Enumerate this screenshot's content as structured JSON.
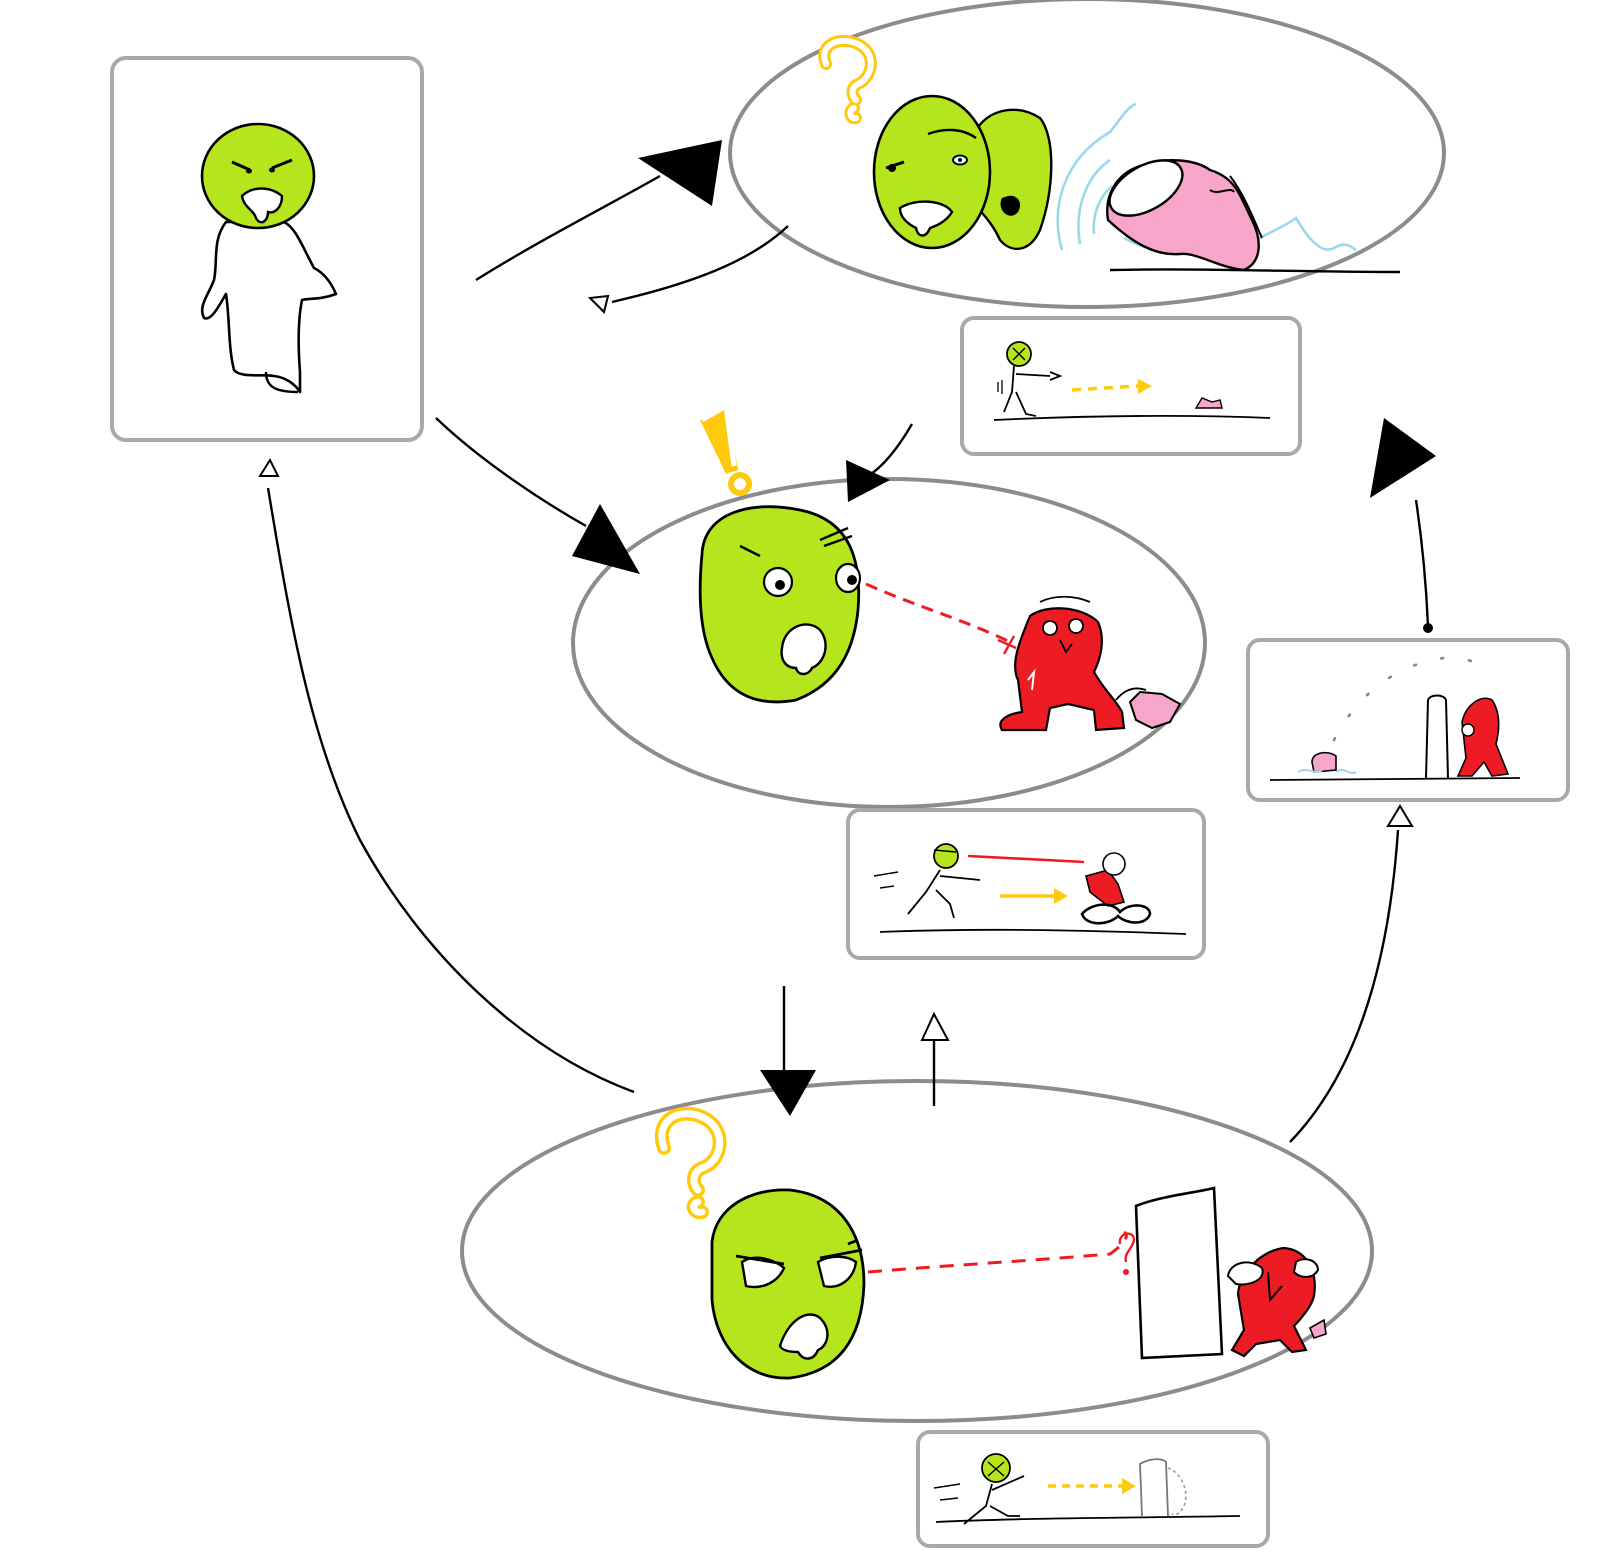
{
  "diagram": {
    "type": "state-cycle",
    "palette": {
      "background": "#ffffff",
      "frame": "#a9a9a9",
      "ellipse": "#8c8c8c",
      "ink": "#000000",
      "green_character": "#b5e61d",
      "red_character": "#ed1c24",
      "question_mark": "#ffc90e",
      "pink_object": "#f7a6c9",
      "splash_blue": "#99d9ea",
      "sight_line": "#ed1c24",
      "motion_arrow": "#ffc90e"
    },
    "states": [
      {
        "id": "idle-walk",
        "marks": [
          "green-head",
          "white-body"
        ]
      },
      {
        "id": "hear-noise",
        "marks": [
          "question-mark",
          "green-head",
          "ear",
          "pink-cup",
          "sound-waves"
        ]
      },
      {
        "id": "spot-target",
        "marks": [
          "exclamation-mark",
          "green-head",
          "sight-line",
          "red-character",
          "pink-cup"
        ]
      },
      {
        "id": "lost-target",
        "marks": [
          "question-mark",
          "green-head",
          "sight-line",
          "pillar",
          "red-character"
        ]
      }
    ],
    "vignettes": [
      {
        "id": "investigate",
        "motion_arrow": true
      },
      {
        "id": "chase",
        "motion_arrow": true
      },
      {
        "id": "throw-distraction",
        "motion_arrow": false
      },
      {
        "id": "search-pillar",
        "motion_arrow": true
      }
    ],
    "transitions": [
      {
        "from": "idle-walk",
        "to": "hear-noise",
        "head": "filled"
      },
      {
        "from": "hear-noise",
        "to": "idle-walk",
        "head": "open"
      },
      {
        "from": "idle-walk",
        "to": "spot-target",
        "head": "filled"
      },
      {
        "from": "hear-noise",
        "to": "spot-target",
        "head": "filled"
      },
      {
        "from": "spot-target",
        "to": "lost-target",
        "head": "filled"
      },
      {
        "from": "lost-target",
        "to": "spot-target",
        "head": "open"
      },
      {
        "from": "lost-target",
        "to": "idle-walk",
        "head": "open"
      },
      {
        "from": "lost-target",
        "to": "throw-distraction",
        "head": "open"
      },
      {
        "from": "throw-distraction",
        "to": "hear-noise",
        "head": "filled"
      }
    ]
  }
}
